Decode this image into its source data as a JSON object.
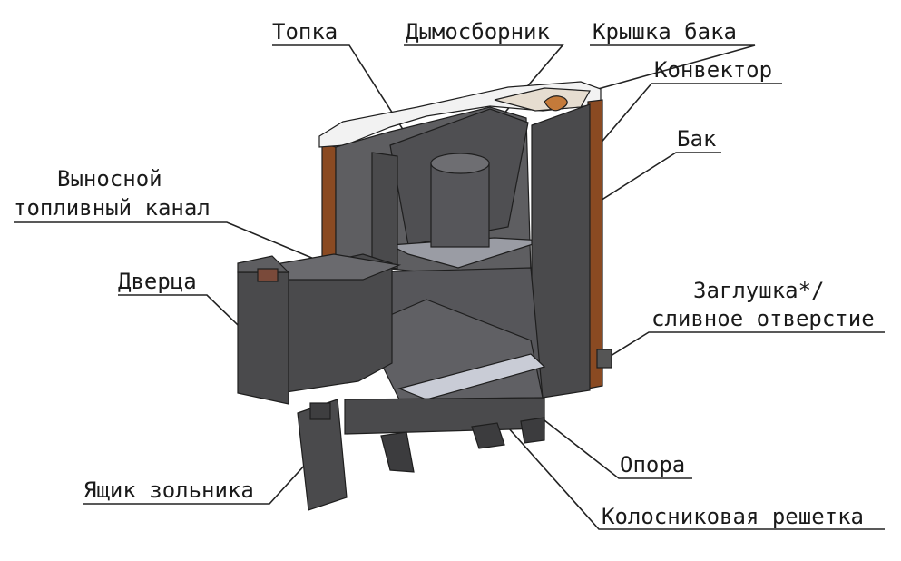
{
  "labels": {
    "topka": "Топка",
    "dymosbornik": "Дымосборник",
    "kryshka_baka": "Крышка бака",
    "konvektor": "Конвектор",
    "bak": "Бак",
    "vynosnoy_line1": "Выносной",
    "vynosnoy_line2": "топливный канал",
    "dvertsa": "Дверца",
    "zaglushka_line1": "Заглушка*/",
    "zaglushka_line2": "сливное отверстие",
    "opora": "Опора",
    "yashchik": "Ящик зольника",
    "kolosnik": "Колосниковая решетка"
  },
  "colors": {
    "metal_dark": "#4a4a4c",
    "metal_mid": "#5e5e61",
    "metal_light": "#8a8a8e",
    "top_cut": "#f2f2f2",
    "insulation": "#8a4a22",
    "grate": "#c9ccd6"
  }
}
